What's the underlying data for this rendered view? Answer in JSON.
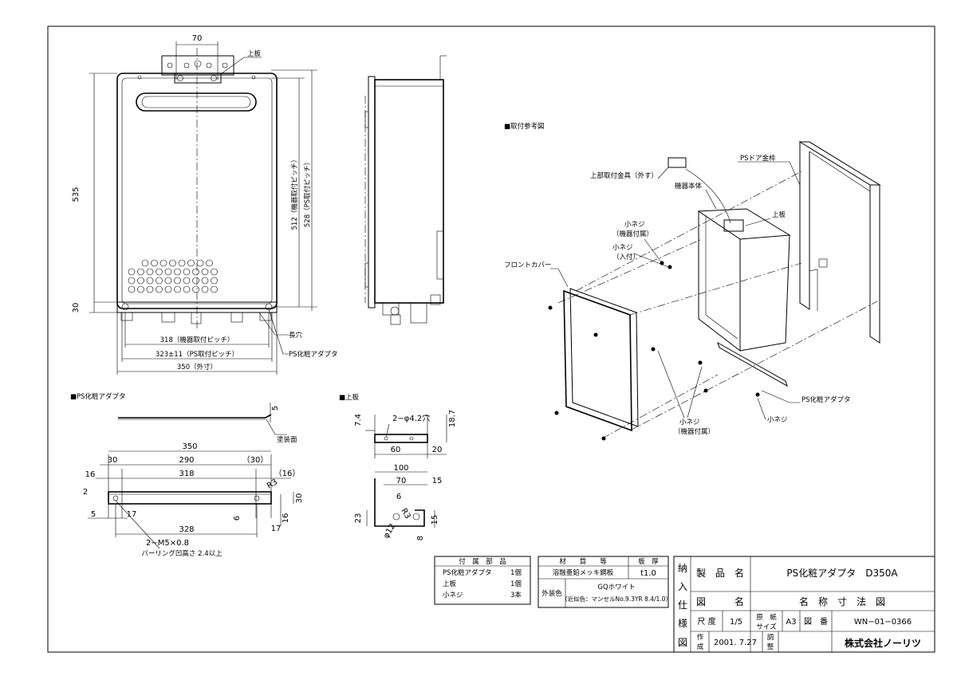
{
  "front_view": {
    "dims": {
      "top_70": "70",
      "height_535": "535",
      "h512": "512（機器取付ピッチ）",
      "h528": "528（PS取付ピッチ）",
      "bottom_30": "30",
      "w318": "318（機器取付ピッチ）",
      "w323": "323±11（PS取付ピッチ）",
      "w350": "350（外寸）"
    },
    "labels": {
      "top_plate": "上板",
      "long_hole": "長穴",
      "ps_adapter": "PS化粧アダプタ"
    }
  },
  "install_ref": {
    "heading": "■取付参考図",
    "labels": {
      "ps_door_frame": "PSドア金枠",
      "top_bracket": "上部取付金具（外す）",
      "unit_body": "機器本体",
      "top_plate": "上板",
      "screw_a": "小ネジ",
      "screw_a_note": "（機器付属）",
      "screw_b": "小ネジ",
      "screw_b_note": "（入付）",
      "front_cover": "フロントカバー",
      "ps_adapter": "PS化粧アダプタ",
      "screw_c": "小ネジ",
      "screw_d": "小ネジ",
      "screw_d_note": "（機器付属）"
    }
  },
  "adapter_detail": {
    "heading": "■PS化粧アダプタ",
    "paint_surface": "塗装面",
    "dims": {
      "d5": "5",
      "d350": "350",
      "d30a": "30",
      "d290": "290",
      "d30b": "（30）",
      "d16a": "16",
      "d318": "318",
      "d16b": "（16）",
      "r3": "R3",
      "d2": "2",
      "d30c": "30",
      "d5b": "5",
      "d17a": "17",
      "d6": "6",
      "d16c": "16",
      "d17b": "17",
      "d328": "328",
      "m5": "2−M5×0.8",
      "burring": "バーリング凹高さ 2.4以上"
    }
  },
  "top_plate_detail": {
    "heading": "■上板",
    "dims": {
      "d7_4": "7.4",
      "holes": "2−φ4.2穴",
      "d18_7": "18.7",
      "d60": "60",
      "d20": "20",
      "d100": "100",
      "d70": "70",
      "d15a": "15",
      "d6": "6",
      "r3": "R3",
      "d23": "23",
      "phi12": "φ12",
      "d8": "8",
      "d15b": "15"
    }
  },
  "parts_table": {
    "header": "付　属　部　品",
    "rows": [
      {
        "name": "PS化粧アダプタ",
        "qty": "1個"
      },
      {
        "name": "上板",
        "qty": "1個"
      },
      {
        "name": "小ネジ",
        "qty": "3本"
      }
    ]
  },
  "material_table": {
    "header_material": "材　　質　　等",
    "header_thickness": "板　厚",
    "material": "溶融亜鉛メッキ鋼板",
    "thickness": "t1.0",
    "color_label": "外装色",
    "color": "GQホワイト",
    "color_note": "（近似色：マンセルNo.9.3YR 8.4/1.0）"
  },
  "title_block": {
    "side_label": [
      "納",
      "入",
      "仕",
      "様",
      "図"
    ],
    "product_label": "製　品　名",
    "product_name": "PS化粧アダプタ　D350A",
    "drawing_label": "図　　　名",
    "drawing_name": "名　称　寸　法　図",
    "scale_label": "尺 度",
    "scale": "1/5",
    "paper_label_1": "原　紙",
    "paper_label_2": "サイズ",
    "paper": "A3",
    "number_label": "図　番",
    "number": "WN−01−0366",
    "made_label_1": "作",
    "made_label_2": "成",
    "date": "2001. 7.27",
    "check_label_1": "調",
    "check_label_2": "整",
    "company": "株式会社ノーリツ"
  }
}
